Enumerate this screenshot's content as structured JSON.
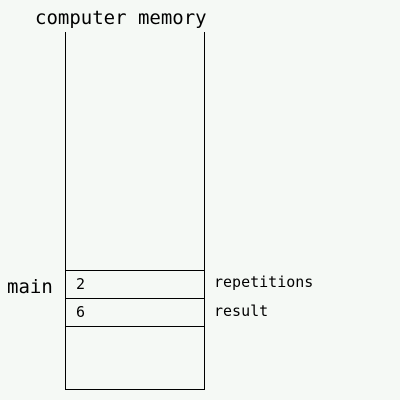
{
  "diagram": {
    "title": "computer memory",
    "frame": {
      "label": "main",
      "variables": [
        {
          "value": "2",
          "name": "repetitions"
        },
        {
          "value": "6",
          "name": "result"
        }
      ]
    }
  }
}
